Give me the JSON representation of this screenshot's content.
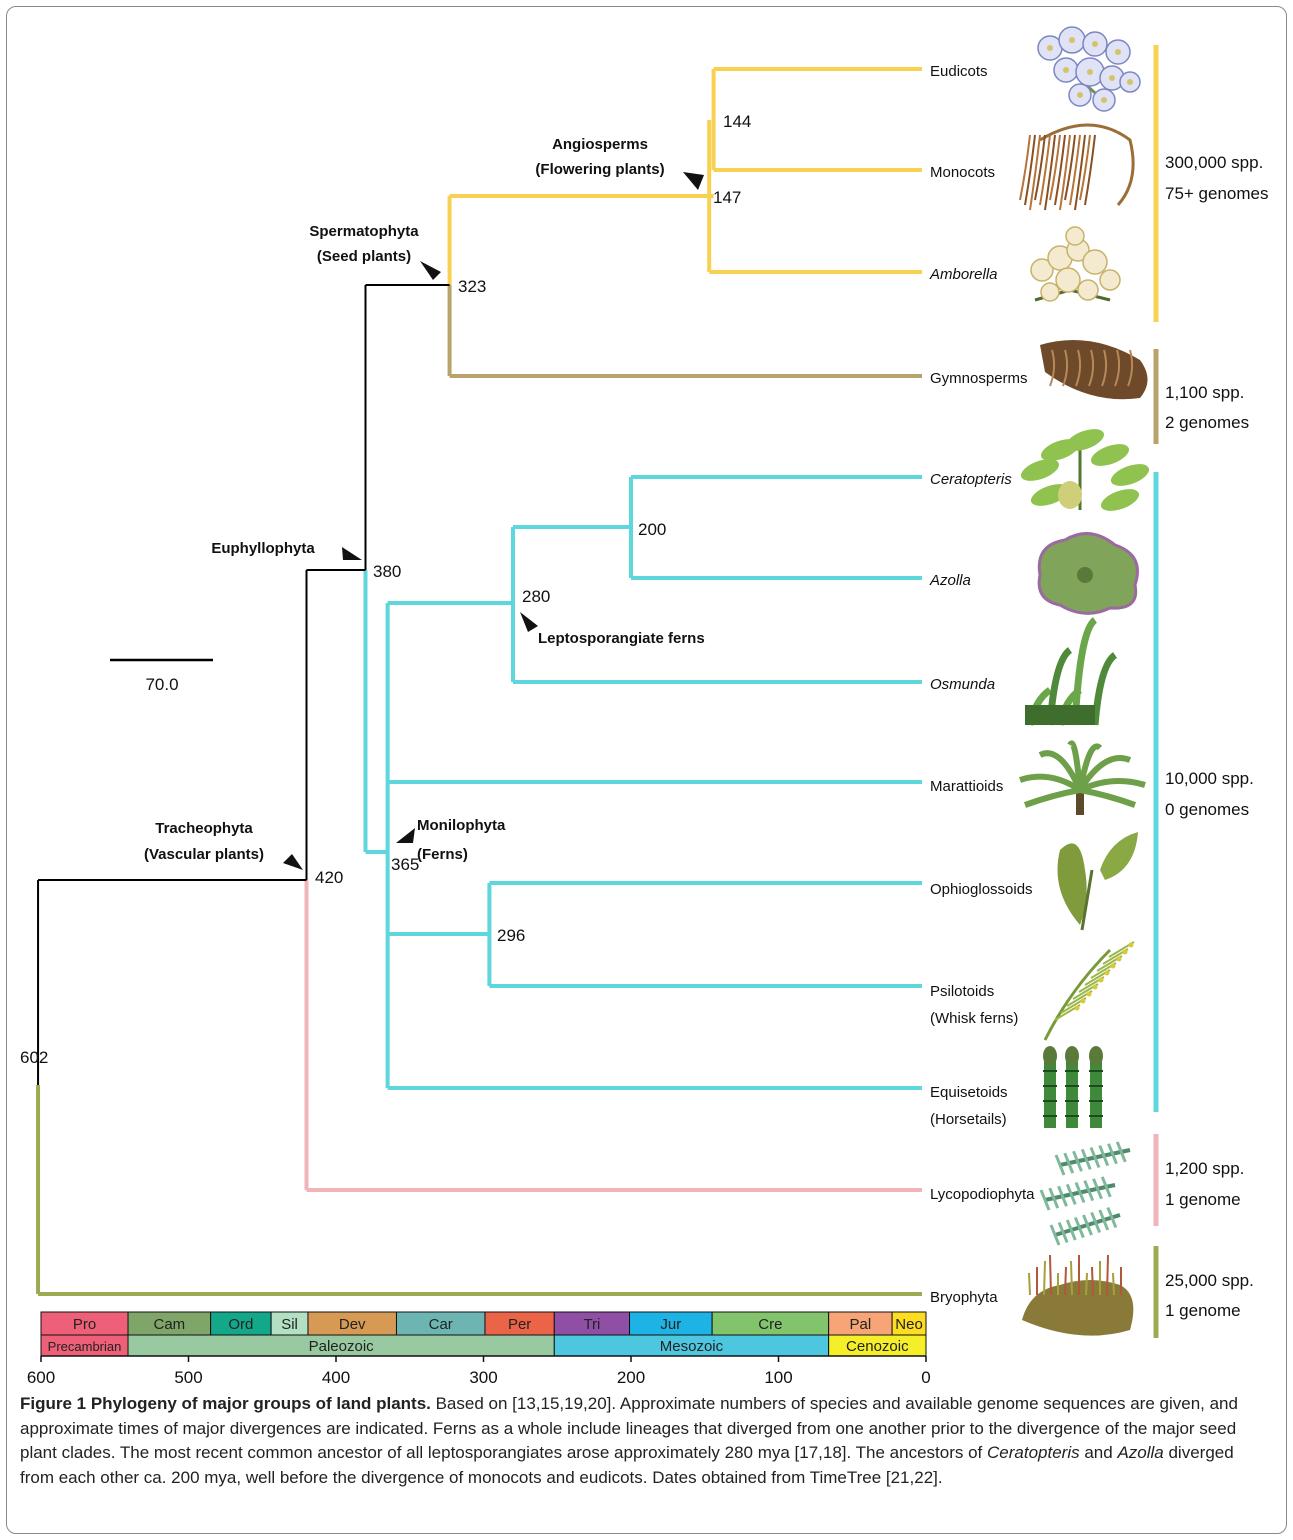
{
  "figure": {
    "scale_bar_label": "70.0",
    "colors": {
      "seed_plants": "#f9d152",
      "gymnosperms": "#b9a36a",
      "ferns": "#5ed6dd",
      "lycophytes": "#f0b4b9",
      "bryophytes": "#9bab52",
      "backbone": "#000000"
    },
    "taxa": [
      {
        "name": "Eudicots",
        "italic": false,
        "icon": "eudicot-flower-icon"
      },
      {
        "name": "Monocots",
        "italic": false,
        "icon": "monocot-grass-icon"
      },
      {
        "name": "Amborella",
        "italic": true,
        "icon": "amborella-flower-icon"
      },
      {
        "name": "Gymnosperms",
        "italic": false,
        "icon": "pine-cone-icon"
      },
      {
        "name": "Ceratopteris",
        "italic": true,
        "icon": "ceratopteris-fern-icon"
      },
      {
        "name": "Azolla",
        "italic": true,
        "icon": "azolla-fern-icon"
      },
      {
        "name": "Osmunda",
        "italic": true,
        "icon": "osmunda-fern-icon"
      },
      {
        "name": "Marattioids",
        "italic": false,
        "icon": "marattioid-fern-icon"
      },
      {
        "name": "Ophioglossoids",
        "italic": false,
        "icon": "ophioglossoid-leaf-icon"
      },
      {
        "name": "Psilotoids",
        "name2": "(Whisk ferns)",
        "italic": false,
        "icon": "psilotoid-whisk-fern-icon"
      },
      {
        "name": "Equisetoids",
        "name2": "(Horsetails)",
        "italic": false,
        "icon": "horsetail-icon"
      },
      {
        "name": "Lycopodiophyta",
        "italic": false,
        "icon": "lycopod-icon"
      },
      {
        "name": "Bryophyta",
        "italic": false,
        "icon": "moss-icon"
      }
    ],
    "node_ages": [
      "602",
      "420",
      "380",
      "365",
      "323",
      "296",
      "280",
      "200",
      "147",
      "144"
    ],
    "clade_labels": [
      {
        "lines": [
          "Angiosperms",
          "(Flowering plants)"
        ],
        "node": "147"
      },
      {
        "lines": [
          "Spermatophyta",
          "(Seed plants)"
        ],
        "node": "323"
      },
      {
        "lines": [
          "Euphyllophyta"
        ],
        "node": "380"
      },
      {
        "lines": [
          "Leptosporangiate ferns"
        ],
        "node": "280"
      },
      {
        "lines": [
          "Monilophyta",
          "(Ferns)"
        ],
        "node": "365"
      },
      {
        "lines": [
          "Tracheophyta",
          "(Vascular plants)"
        ],
        "node": "420"
      }
    ],
    "species_counts": [
      {
        "species": "300,000 spp.",
        "genomes": "75+ genomes",
        "group": "Angiosperms"
      },
      {
        "species": "1,100 spp.",
        "genomes": "2 genomes",
        "group": "Gymnosperms"
      },
      {
        "species": "10,000 spp.",
        "genomes": "0 genomes",
        "group": "Ferns"
      },
      {
        "species": "1,200 spp.",
        "genomes": "1 genome",
        "group": "Lycopodiophyta"
      },
      {
        "species": "25,000 spp.",
        "genomes": "1 genome",
        "group": "Bryophyta"
      }
    ],
    "periods": [
      {
        "abbr": "Pro",
        "start": 600,
        "end": 541,
        "color": "#ee5f78"
      },
      {
        "abbr": "Cam",
        "start": 541,
        "end": 485,
        "color": "#7fa568"
      },
      {
        "abbr": "Ord",
        "start": 485,
        "end": 444,
        "color": "#14a88a"
      },
      {
        "abbr": "Sil",
        "start": 444,
        "end": 419,
        "color": "#b3e0c3"
      },
      {
        "abbr": "Dev",
        "start": 419,
        "end": 359,
        "color": "#d79a55"
      },
      {
        "abbr": "Car",
        "start": 359,
        "end": 299,
        "color": "#6cb5b3"
      },
      {
        "abbr": "Per",
        "start": 299,
        "end": 252,
        "color": "#ec6447"
      },
      {
        "abbr": "Tri",
        "start": 252,
        "end": 201,
        "color": "#8f4fa5"
      },
      {
        "abbr": "Jur",
        "start": 201,
        "end": 145,
        "color": "#1eb3e5"
      },
      {
        "abbr": "Cre",
        "start": 145,
        "end": 66,
        "color": "#82c46c"
      },
      {
        "abbr": "Pal",
        "start": 66,
        "end": 23,
        "color": "#f7a577"
      },
      {
        "abbr": "Neo",
        "start": 23,
        "end": 0,
        "color": "#fddc22"
      }
    ],
    "eras": [
      {
        "name": "Precambrian",
        "start": 600,
        "end": 541,
        "color": "#ee5f78"
      },
      {
        "name": "Paleozoic",
        "start": 541,
        "end": 252,
        "color": "#99c9a0"
      },
      {
        "name": "Mesozoic",
        "start": 252,
        "end": 66,
        "color": "#4dc7df"
      },
      {
        "name": "Cenozoic",
        "start": 66,
        "end": 0,
        "color": "#f5ef2a"
      }
    ],
    "axis_ticks": [
      "600",
      "500",
      "400",
      "300",
      "200",
      "100",
      "0"
    ]
  },
  "caption": {
    "title": "Figure 1 Phylogeny of major groups of land plants.",
    "t1": " Based on [13,15,19,20]. Approximate numbers of species and available genome sequences are given, and approximate times of major divergences are indicated. Ferns as a whole include lineages that diverged from one another prior to the divergence of the major seed plant clades. The most recent common ancestor of all leptosporangiates arose approximately 280 mya [17,18]. The ancestors of ",
    "i1": "Ceratopteris",
    "t2": " and ",
    "i2": "Azolla",
    "t3": " diverged from each other ca. 200 mya, well before the divergence of monocots and eudicots. Dates obtained from TimeTree [21,22]."
  }
}
